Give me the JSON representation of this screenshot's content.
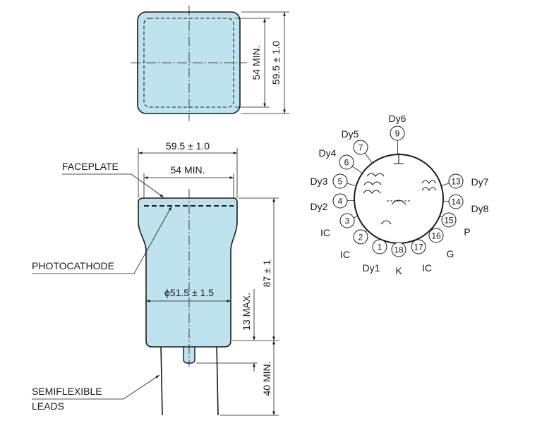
{
  "colors": {
    "body_fill": "#bfe3ee",
    "stroke": "#1a1a1a"
  },
  "top_view": {
    "inner_dim": "54 MIN.",
    "outer_dim": "59.5 ± 1.0"
  },
  "side_view": {
    "width_outer": "59.5 ± 1.0",
    "width_inner": "54 MIN.",
    "diameter": "ϕ51.5 ± 1.5",
    "height": "87 ± 1",
    "bottom_max": "13 MAX.",
    "lead_len": "40 MIN."
  },
  "callouts": {
    "faceplate": "FACEPLATE",
    "photocathode": "PHOTOCATHODE",
    "leads_line1": "SEMIFLEXIBLE",
    "leads_line2": "LEADS"
  },
  "base_pins": [
    {
      "num": "9",
      "label": "Dy6"
    },
    {
      "num": "7",
      "label": "Dy5"
    },
    {
      "num": "6",
      "label": "Dy4"
    },
    {
      "num": "5",
      "label": "Dy3"
    },
    {
      "num": "4",
      "label": "Dy2"
    },
    {
      "num": "3",
      "label": "IC"
    },
    {
      "num": "2",
      "label": "IC"
    },
    {
      "num": "1",
      "label": "Dy1"
    },
    {
      "num": "18",
      "label": "K"
    },
    {
      "num": "17",
      "label": "IC"
    },
    {
      "num": "16",
      "label": "G"
    },
    {
      "num": "15",
      "label": "P"
    },
    {
      "num": "14",
      "label": "Dy8"
    },
    {
      "num": "13",
      "label": "Dy7"
    }
  ]
}
